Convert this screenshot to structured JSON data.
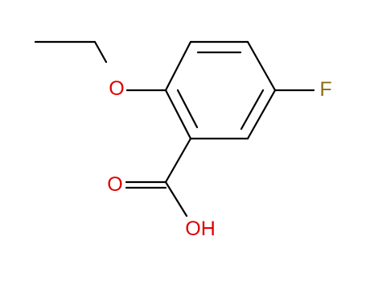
{
  "molecule": {
    "atoms": {
      "ether_oxygen": {
        "symbol": "O",
        "color": "#e00000"
      },
      "fluorine": {
        "symbol": "F",
        "color": "#8a6d14"
      },
      "carbonyl_oxygen": {
        "symbol": "O",
        "color": "#e00000"
      },
      "hydroxyl": {
        "symbol": "OH",
        "color": "#e00000"
      }
    },
    "bond_color": "#000000",
    "background": "#ffffff"
  }
}
